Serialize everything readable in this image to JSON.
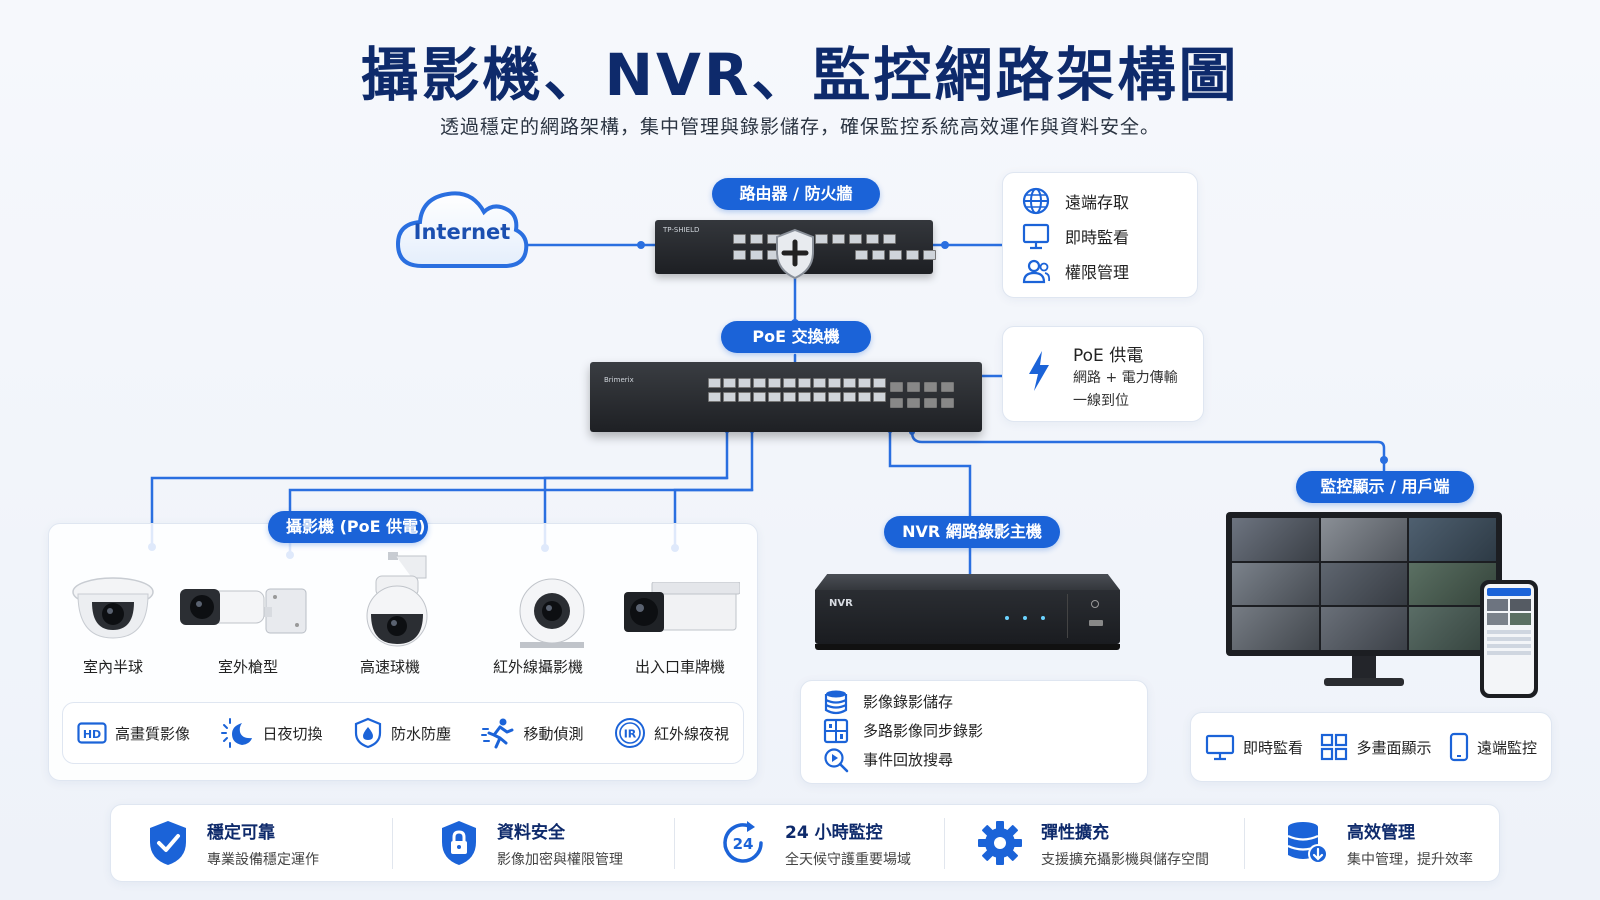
{
  "header": {
    "title": "攝影機、NVR、監控網路架構圖",
    "subtitle": "透過穩定的網路架構，集中管理與錄影儲存，確保監控系統高效運作與資料安全。"
  },
  "internet": {
    "label": "Internet"
  },
  "router": {
    "label": "路由器 / 防火牆",
    "brand": "TP-SHIELD"
  },
  "router_features": [
    {
      "icon": "globe-icon",
      "label": "遠端存取"
    },
    {
      "icon": "monitor-icon",
      "label": "即時監看"
    },
    {
      "icon": "users-icon",
      "label": "權限管理"
    }
  ],
  "switch": {
    "label": "PoE 交換機",
    "brand": "Brimerix"
  },
  "poe_box": {
    "title": "PoE 供電",
    "line1": "網路 + 電力傳輸",
    "line2": "一線到位"
  },
  "cameras": {
    "label": "攝影機 (PoE 供電)",
    "items": [
      {
        "name": "室內半球",
        "icon": "dome-camera-icon"
      },
      {
        "name": "室外槍型",
        "icon": "bullet-camera-icon"
      },
      {
        "name": "高速球機",
        "icon": "ptz-camera-icon"
      },
      {
        "name": "紅外線攝影機",
        "icon": "ir-camera-icon"
      },
      {
        "name": "出入口車牌機",
        "icon": "box-camera-icon"
      }
    ],
    "badges": [
      {
        "icon": "hd-icon",
        "label": "高畫質影像"
      },
      {
        "icon": "day-night-icon",
        "label": "日夜切換"
      },
      {
        "icon": "waterproof-icon",
        "label": "防水防塵"
      },
      {
        "icon": "motion-icon",
        "label": "移動偵測"
      },
      {
        "icon": "ir-icon",
        "label": "紅外線夜視"
      }
    ]
  },
  "nvr": {
    "label": "NVR 網路錄影主機",
    "device_text": "NVR",
    "features": [
      {
        "icon": "storage-icon",
        "label": "影像錄影儲存"
      },
      {
        "icon": "multi-record-icon",
        "label": "多路影像同步錄影"
      },
      {
        "icon": "playback-search-icon",
        "label": "事件回放搜尋"
      }
    ]
  },
  "display": {
    "label": "監控顯示 / 用戶端",
    "features": [
      {
        "icon": "monitor-icon",
        "label": "即時監看"
      },
      {
        "icon": "grid-icon",
        "label": "多畫面顯示"
      },
      {
        "icon": "phone-icon",
        "label": "遠端監控"
      }
    ]
  },
  "benefits": [
    {
      "icon": "shield-check-icon",
      "title": "穩定可靠",
      "sub": "專業設備穩定運作"
    },
    {
      "icon": "lock-shield-icon",
      "title": "資料安全",
      "sub": "影像加密與權限管理"
    },
    {
      "icon": "clock-24-icon",
      "title": "24 小時監控",
      "sub": "全天候守護重要場域",
      "badge": "24"
    },
    {
      "icon": "gear-icon",
      "title": "彈性擴充",
      "sub": "支援擴充攝影機與儲存空間"
    },
    {
      "icon": "database-icon",
      "title": "高效管理",
      "sub": "集中管理，提升效率"
    }
  ],
  "colors": {
    "accent": "#1b63d8",
    "title": "#0e2a6b",
    "device": "#25282d"
  }
}
